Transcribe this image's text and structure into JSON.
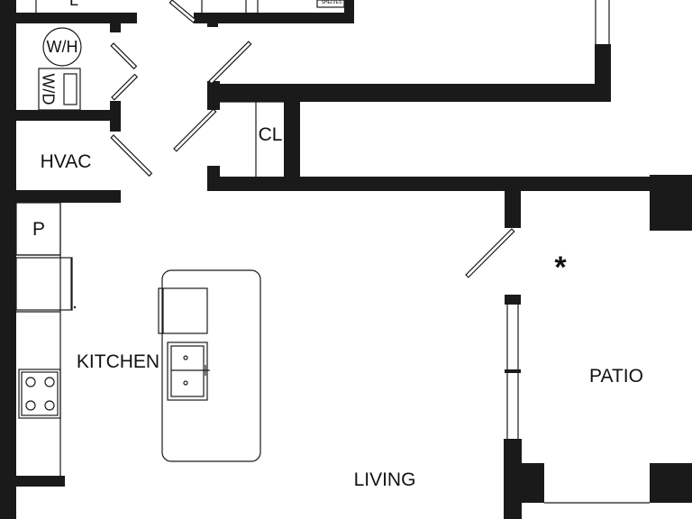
{
  "rooms": {
    "wh": "W/H",
    "wd": "W/D",
    "hvac": "HVAC",
    "closet": "CL",
    "pantry": "P",
    "kitchen": "KITCHEN",
    "living": "LIVING",
    "patio": "PATIO",
    "shelves": "SHELVES",
    "top_left": "L",
    "marker": "*"
  },
  "colors": {
    "wall": "#1a1a1a",
    "background": "#ffffff"
  }
}
